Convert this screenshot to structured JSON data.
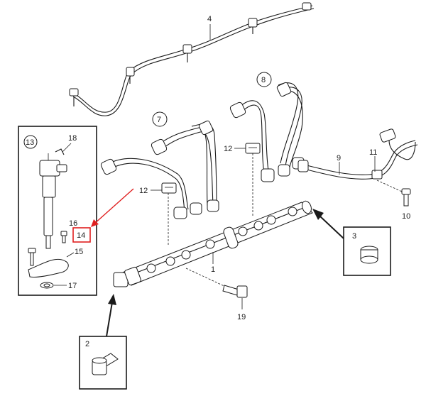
{
  "callouts": {
    "c1": "1",
    "c2": "2",
    "c3": "3",
    "c4": "4",
    "c7": "7",
    "c8": "8",
    "c9": "9",
    "c10": "10",
    "c11": "11",
    "c12a": "12",
    "c12b": "12",
    "c13": "13",
    "c14": "14",
    "c15": "15",
    "c16": "16",
    "c17": "17",
    "c18": "18",
    "c19": "19"
  },
  "colors": {
    "line": "#1a1a1a",
    "highlight": "#e02020",
    "background": "#ffffff"
  }
}
